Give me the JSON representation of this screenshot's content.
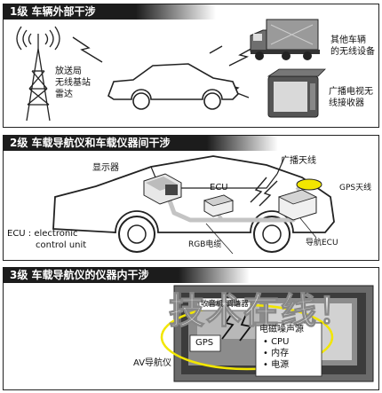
{
  "level1": {
    "title": "1级  车辆外部干涉",
    "station_label": [
      "放送局",
      "无线基站",
      "雷达"
    ],
    "truck_label": [
      "其他车辆",
      "的无线设备"
    ],
    "tv_label": [
      "广播电视无",
      "线接收器"
    ]
  },
  "level2": {
    "title": "2级    车载导航仪和车载仪器间干涉",
    "display_label": "显示器",
    "ecu_label": "ECU",
    "broadcast_antenna_label": "广播天线",
    "gps_antenna_label": "GPS天线",
    "ecu_note": [
      "ECU : electronic",
      "control unit"
    ],
    "rgb_cable_label": "RGB电缆",
    "nav_ecu_label": "导航ECU"
  },
  "level3": {
    "title": "3级    车载导航仪的仪器内干涉",
    "receiver_label": "收音机 调谐器",
    "gps_label": "GPS",
    "noise_title": "电磁噪声源",
    "noise_items": [
      "CPU",
      "内存",
      "电源"
    ],
    "av_label": "AV导航仪"
  },
  "watermark": "技术在线！",
  "colors": {
    "header_bg": "#1c1c1c",
    "header_text": "#ffffff",
    "highlight": "#f2e600",
    "line": "#222222"
  }
}
